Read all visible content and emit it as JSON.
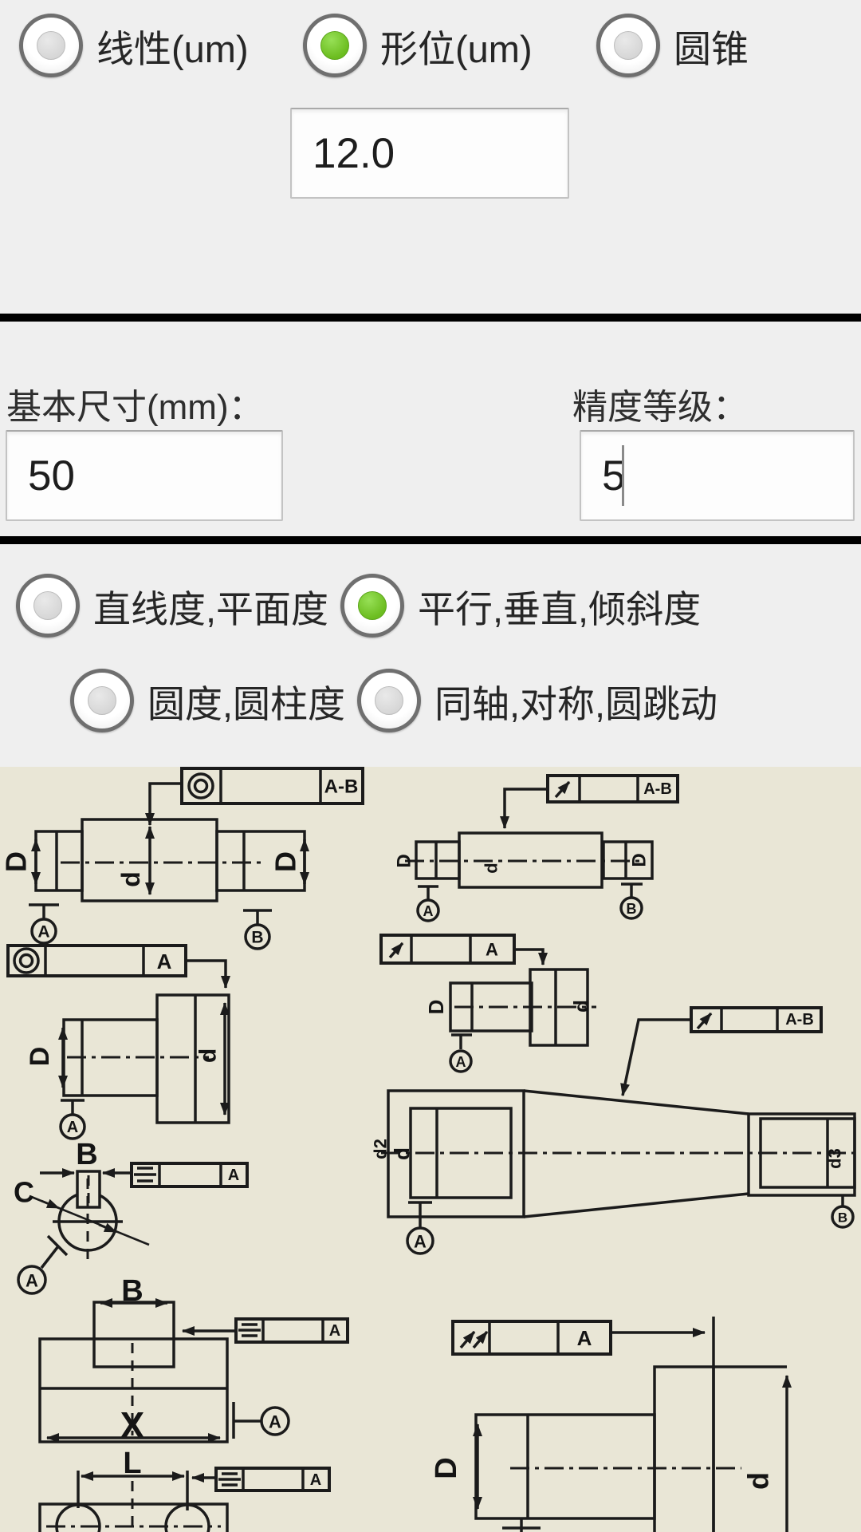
{
  "colors": {
    "section_bg": "#efefef",
    "divider": "#000000",
    "radio_selected_green": "#6cbd20",
    "input_bg": "#fdfdfd",
    "input_border": "#c3c3c3",
    "drawing_bg": "#e9e6d6",
    "drawing_line": "#1b1b1b"
  },
  "unit_section": {
    "radios": [
      {
        "label": "线性(um)",
        "selected": false
      },
      {
        "label": "形位(um)",
        "selected": true
      },
      {
        "label": "圆锥",
        "selected": false
      }
    ],
    "tolerance_input": {
      "value": "12.0"
    }
  },
  "size_section": {
    "basic_size_label": "基本尺寸(mm)：",
    "basic_size_value": "50",
    "grade_label": "精度等级：",
    "grade_value": "5"
  },
  "tolerance_type_section": {
    "radios": [
      {
        "label": "直线度,平面度",
        "selected": false
      },
      {
        "label": "平行,垂直,倾斜度",
        "selected": true
      },
      {
        "label": "圆度,圆柱度",
        "selected": false
      },
      {
        "label": "同轴,对称,圆跳动",
        "selected": false
      }
    ]
  },
  "diagram": {
    "frames": [
      {
        "symbol": "concentricity-icon",
        "datum": "A-B"
      },
      {
        "symbol": "circular-runout-icon",
        "datum": "A-B"
      },
      {
        "symbol": "concentricity-icon",
        "datum": "A"
      },
      {
        "symbol": "circular-runout-icon",
        "datum": "A"
      },
      {
        "symbol": "circular-runout-icon",
        "datum": "A-B"
      },
      {
        "symbol": "symmetry-icon",
        "datum": "A"
      },
      {
        "symbol": "symmetry-icon",
        "datum": "A"
      },
      {
        "symbol": "symmetry-icon",
        "datum": "A"
      },
      {
        "symbol": "total-runout-icon",
        "datum": "A"
      }
    ],
    "labels": {
      "d1_left_dia": "D",
      "d1_mid_dia": "d",
      "d1_right_dia": "D",
      "d1_datum_a": "A",
      "d1_datum_b": "B",
      "d2_left_dia": "D",
      "d2_mid_dia": "d",
      "d2_right_dia": "D",
      "d2_datum_a": "A",
      "d2_datum_b": "B",
      "d3_small_dia": "D",
      "d3_big_dia": "d",
      "d3_datum_a": "A",
      "d4_small_dia": "D",
      "d4_big_dia": "d",
      "d4_datum_a": "A",
      "d5_d2": "d2",
      "d5_d": "d",
      "d5_d3": "d3",
      "d5_datum_a": "A",
      "d5_datum_b": "B",
      "d6_width": "B",
      "d6_chord": "C",
      "d6_datum_a": "A",
      "d7_top_width": "B",
      "d7_base_width": "X",
      "d7_datum_a": "A",
      "d8_length": "L",
      "d9_small_dia": "D",
      "d9_big_dia": "d"
    }
  }
}
